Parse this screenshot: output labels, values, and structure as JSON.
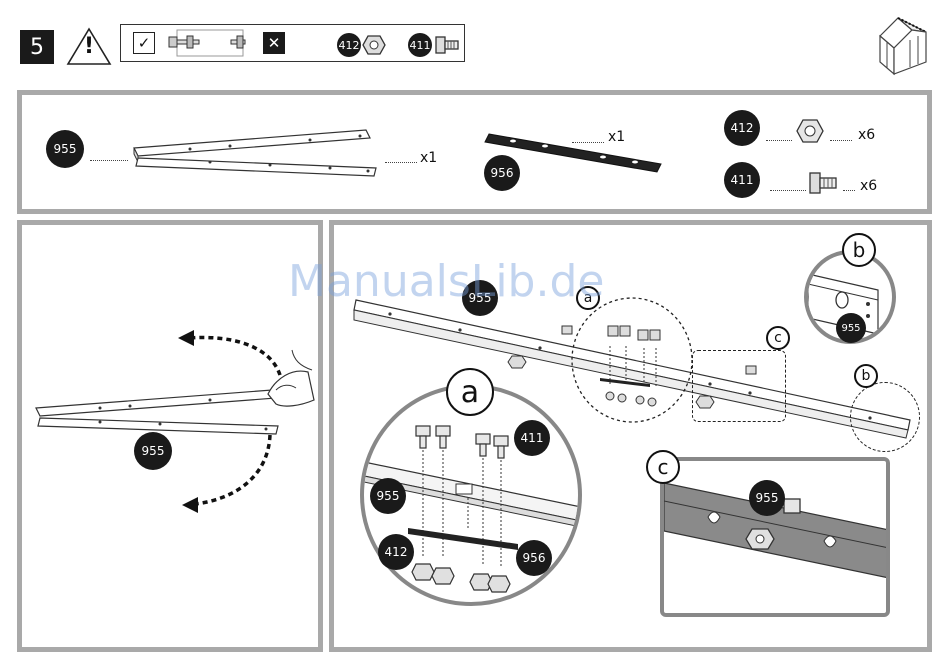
{
  "header": {
    "step_number": "5",
    "warning_symbol": "!",
    "check_mark": "✓",
    "cross_mark": "✕",
    "part_412": "412",
    "part_411": "411"
  },
  "parts_panel": {
    "beam_label": "955",
    "beam_qty": "x1",
    "plate_label": "956",
    "plate_qty": "x1",
    "nut_label": "412",
    "nut_qty": "x6",
    "bolt_label": "411",
    "bolt_qty": "x6"
  },
  "left_panel": {
    "beam_label": "955"
  },
  "right_panel": {
    "beam_label": "955",
    "callout_a": "a",
    "callout_b": "b",
    "callout_c": "c",
    "detail_b_label": "955",
    "detail_a": {
      "letter": "a",
      "beam_label": "955",
      "bolt_label": "411",
      "nut_label": "412",
      "plate_label": "956"
    },
    "detail_c": {
      "letter": "c",
      "beam_label": "955"
    }
  },
  "watermark": "ManualsLib.de",
  "colors": {
    "frame_gray": "#a9a9a9",
    "badge_black": "#1a1a1a",
    "watermark_blue": "#78a0dc"
  }
}
